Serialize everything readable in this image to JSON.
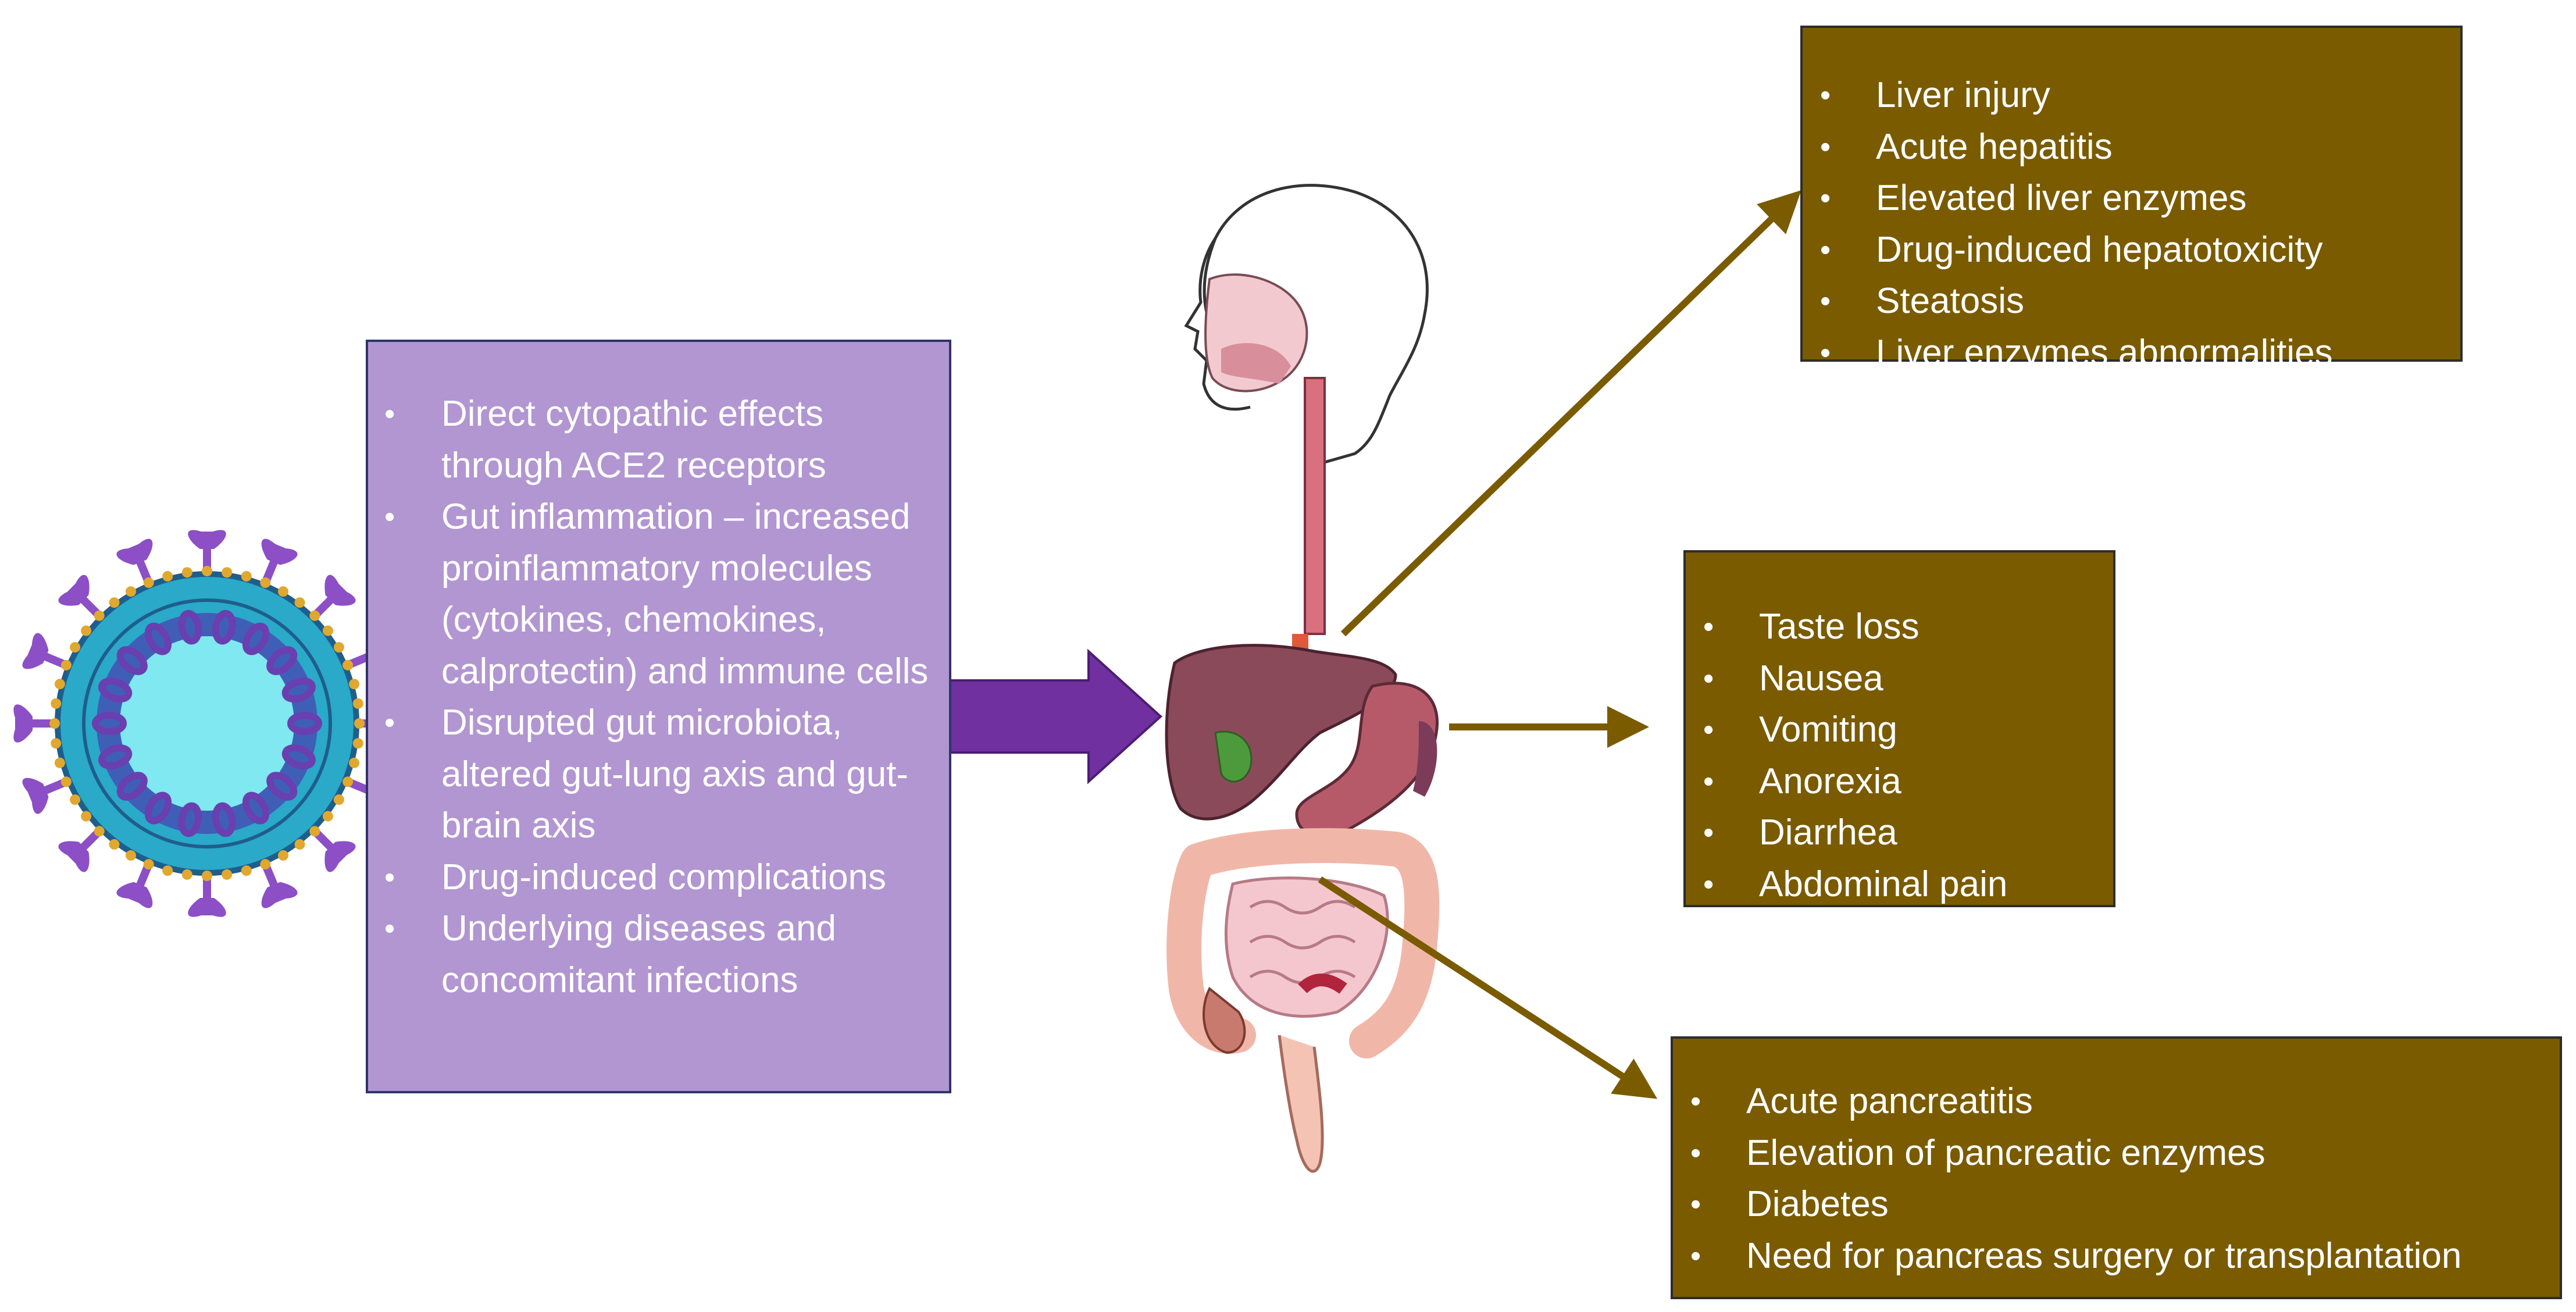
{
  "mechanisms": {
    "items": [
      "Direct cytopathic effects through ACE2 receptors",
      "Gut inflammation – increased proinflammatory molecules (cytokines, chemokines, calprotectin) and immune cells",
      "Disrupted gut microbiota, altered gut-lung axis and gut-brain axis",
      "Drug-induced complications",
      "Underlying diseases and concomitant infections"
    ]
  },
  "liver": {
    "items": [
      "Liver injury",
      "Acute hepatitis",
      "Elevated liver enzymes",
      "Drug-induced hepatotoxicity",
      "Steatosis",
      "Liver enzymes abnormalities"
    ]
  },
  "gi": {
    "items": [
      "Taste loss",
      "Nausea",
      "Vomiting",
      "Anorexia",
      "Diarrhea",
      "Abdominal pain"
    ]
  },
  "pancreas": {
    "items": [
      "Acute pancreatitis",
      "Elevation of pancreatic enzymes",
      "Diabetes",
      "Need for pancreas surgery or transplantation"
    ]
  },
  "colors": {
    "mechanism_box": "#b196d1",
    "manifestation_box": "#7a5b00",
    "main_arrow": "#7030a0",
    "outcome_arrow": "#7a5b00",
    "virus_core": "#7fe8f0",
    "virus_ring": "#2aa9c9",
    "virus_spikes": "#8c4fc6"
  }
}
